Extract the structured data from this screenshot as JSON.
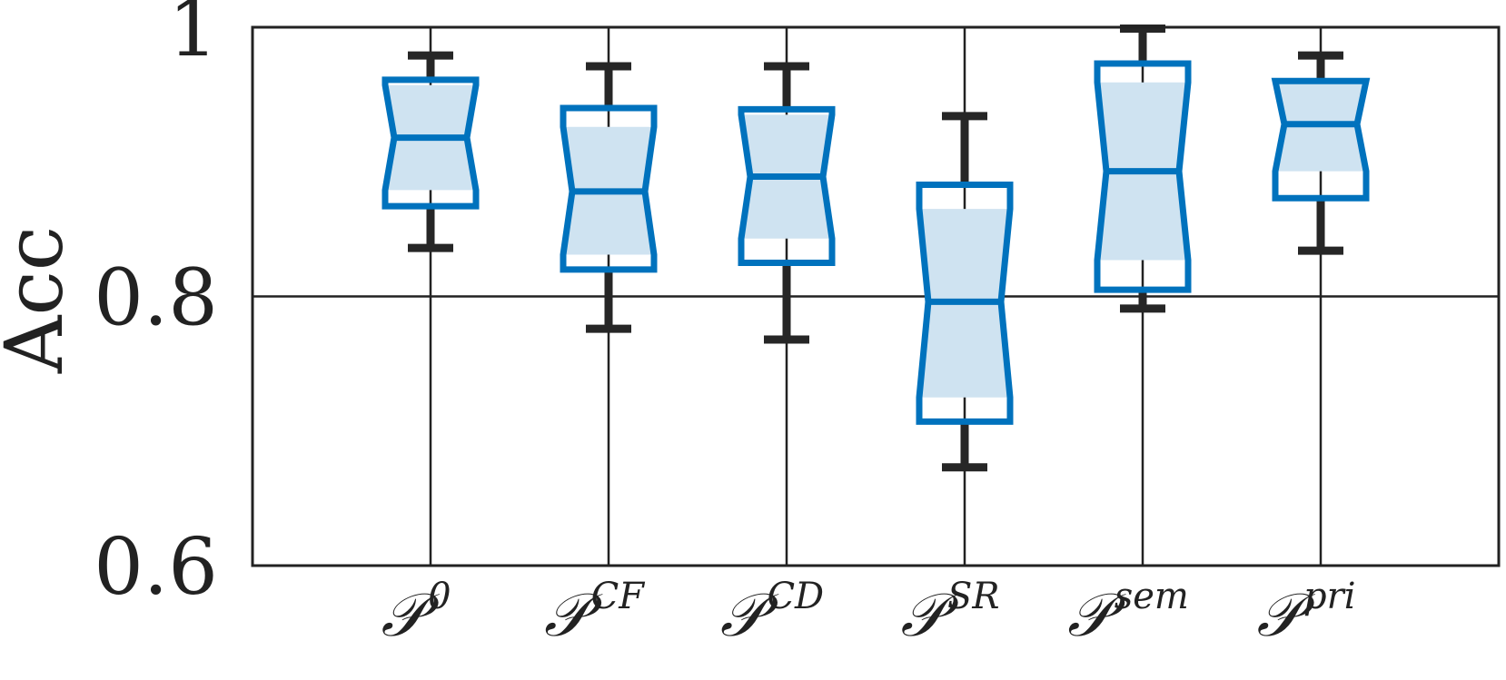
{
  "chart_data": {
    "type": "boxplot",
    "notched": true,
    "title": "",
    "xlabel": "",
    "ylabel": "Acc",
    "ylim": [
      0.6,
      1.0
    ],
    "yticks": [
      0.6,
      0.8,
      1.0
    ],
    "ytick_labels": [
      "0.6",
      "0.8",
      "1"
    ],
    "grid": true,
    "colors": {
      "box": "#0072bd",
      "fill": "#cfe3f1",
      "whisker": "#262626",
      "axis": "#222222"
    },
    "categories": [
      {
        "base": "𝒫",
        "sup": "0"
      },
      {
        "base": "𝒫",
        "sup": "CF"
      },
      {
        "base": "𝒫",
        "sup": "CD"
      },
      {
        "base": "𝒫",
        "sup": "SR"
      },
      {
        "base": "𝒫",
        "sup": "sem"
      },
      {
        "base": "𝒫",
        "sup": "pri"
      }
    ],
    "boxes": [
      {
        "min": 0.836,
        "q1": 0.867,
        "median": 0.918,
        "q3": 0.961,
        "max": 0.979,
        "notch_low": 0.879,
        "notch_high": 0.957
      },
      {
        "min": 0.776,
        "q1": 0.82,
        "median": 0.878,
        "q3": 0.94,
        "max": 0.971,
        "notch_low": 0.831,
        "notch_high": 0.926
      },
      {
        "min": 0.768,
        "q1": 0.825,
        "median": 0.889,
        "q3": 0.939,
        "max": 0.971,
        "notch_low": 0.843,
        "notch_high": 0.935
      },
      {
        "min": 0.673,
        "q1": 0.707,
        "median": 0.796,
        "q3": 0.883,
        "max": 0.934,
        "notch_low": 0.725,
        "notch_high": 0.865
      },
      {
        "min": 0.791,
        "q1": 0.805,
        "median": 0.893,
        "q3": 0.973,
        "max": 0.999,
        "notch_low": 0.827,
        "notch_high": 0.959
      },
      {
        "min": 0.834,
        "q1": 0.873,
        "median": 0.928,
        "q3": 0.96,
        "max": 0.979,
        "notch_low": 0.893,
        "notch_high": 0.96
      }
    ]
  }
}
